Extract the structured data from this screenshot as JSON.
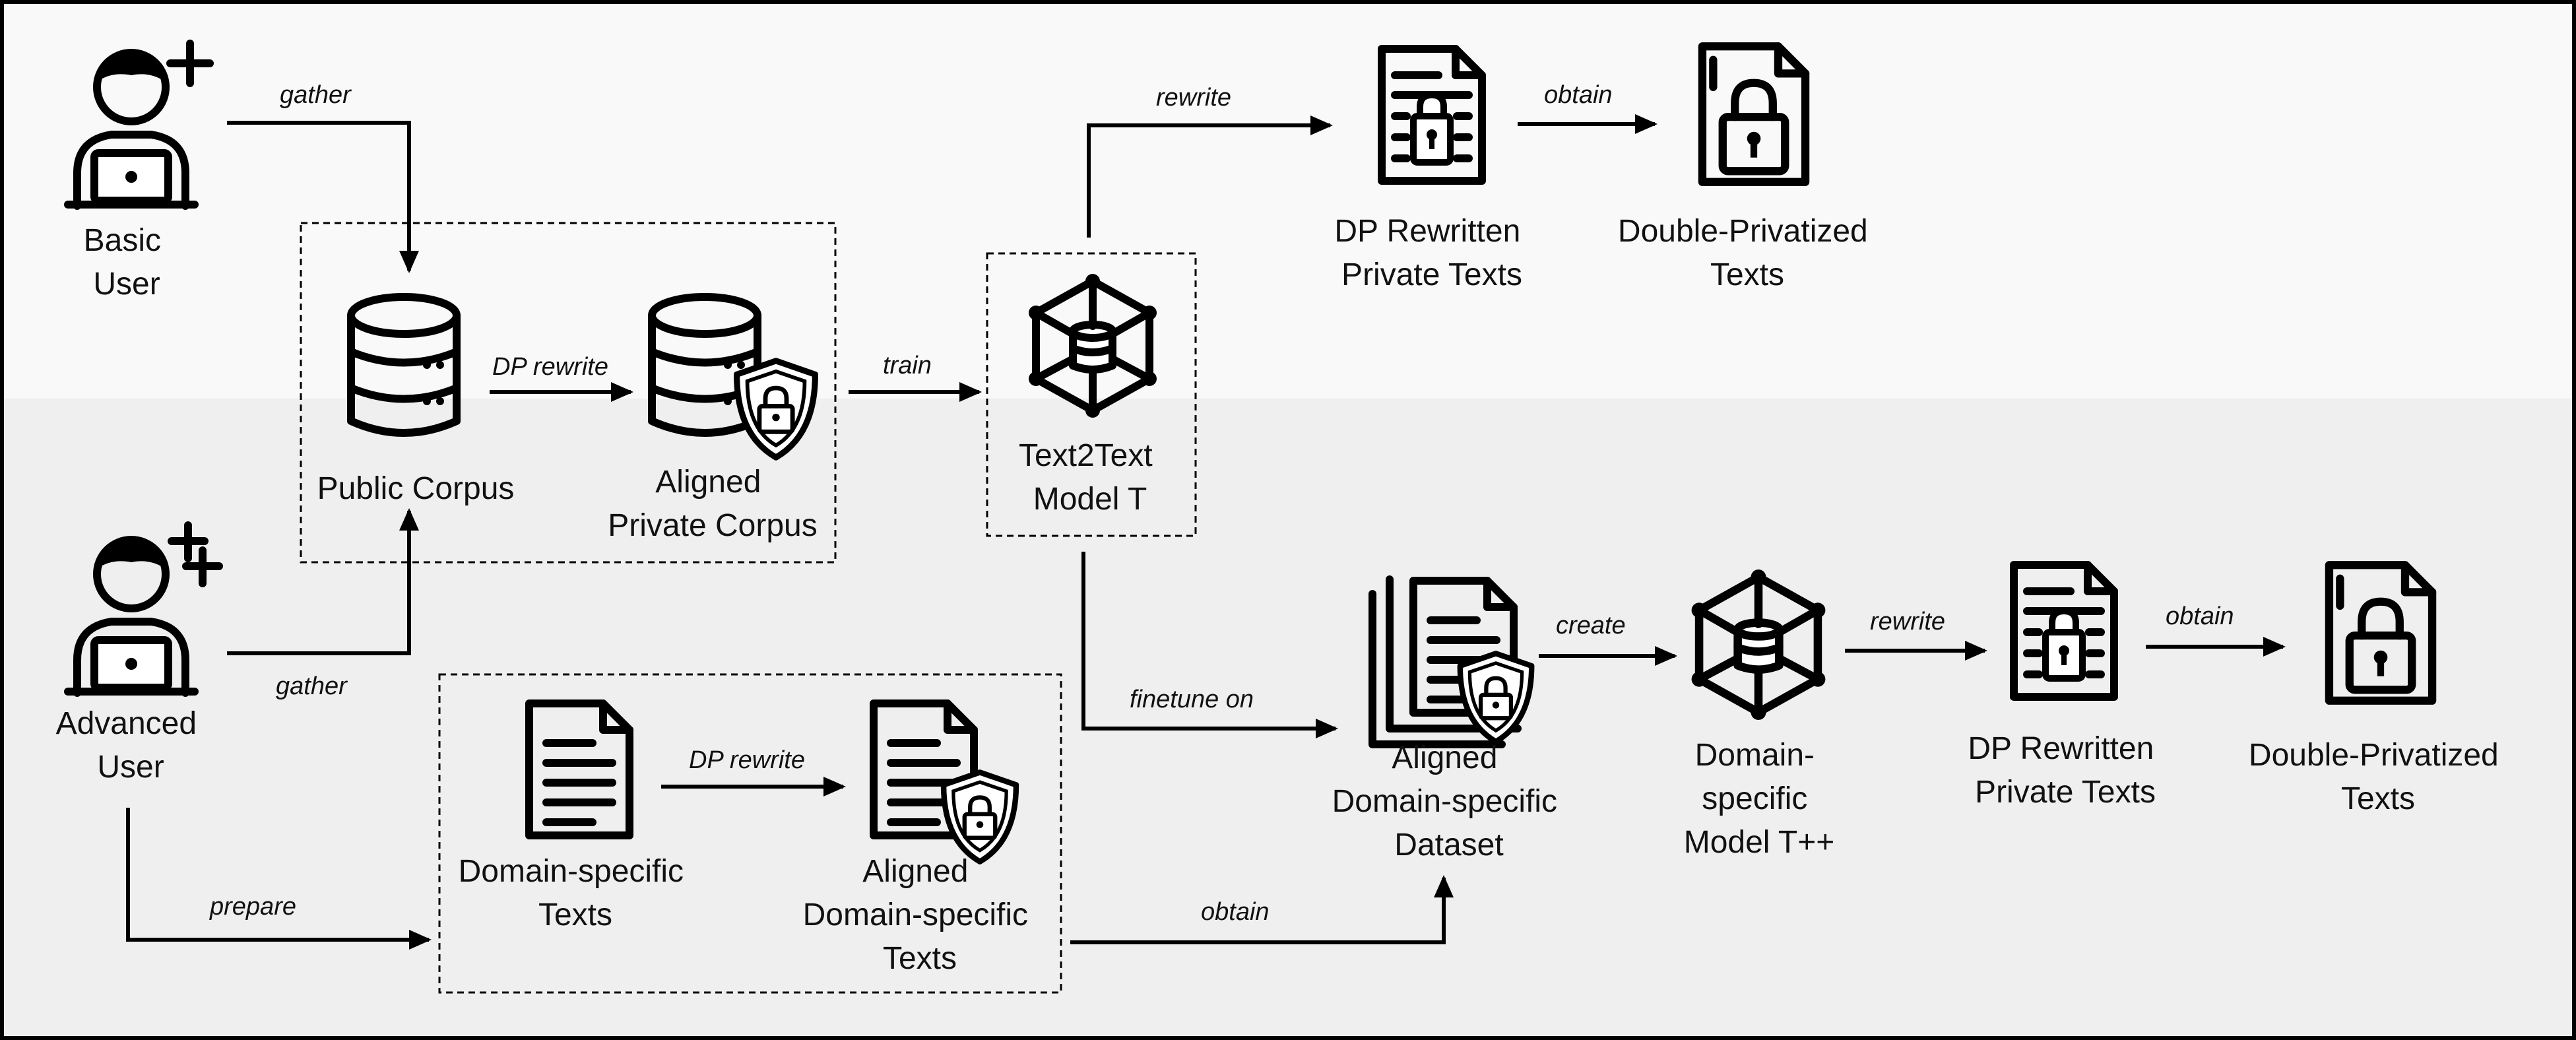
{
  "nodes": {
    "basic_user": [
      "Basic",
      "User"
    ],
    "advanced_user": [
      "Advanced",
      "User"
    ],
    "public_corpus": [
      "Public Corpus"
    ],
    "aligned_private_corpus": [
      "Aligned",
      "Private Corpus"
    ],
    "text2text_model": [
      "Text2Text",
      "Model T"
    ],
    "dp_rewritten_top": [
      "DP Rewritten",
      "Private Texts"
    ],
    "double_privatized_top": [
      "Double-Privatized",
      "Texts"
    ],
    "domain_specific_texts": [
      "Domain-specific",
      "Texts"
    ],
    "aligned_domain_texts": [
      "Aligned",
      "Domain-specific",
      "Texts"
    ],
    "aligned_domain_dataset": [
      "Aligned",
      "Domain-specific",
      "Dataset"
    ],
    "domain_model": [
      "Domain-",
      "specific",
      "Model T++"
    ],
    "dp_rewritten_bottom": [
      "DP Rewritten",
      "Private Texts"
    ],
    "double_privatized_bottom": [
      "Double-Privatized",
      "Texts"
    ]
  },
  "edges": {
    "gather_basic": "gather",
    "gather_advanced": "gather",
    "dp_rewrite_corpus": "DP rewrite",
    "train": "train",
    "rewrite_top": "rewrite",
    "obtain_top": "obtain",
    "prepare": "prepare",
    "dp_rewrite_domain": "DP rewrite",
    "obtain_domain": "obtain",
    "finetune_on": "finetune on",
    "create": "create",
    "rewrite_bottom": "rewrite",
    "obtain_bottom": "obtain"
  },
  "colors": {
    "top_band": "#f9f9f9",
    "bottom_band": "#efefef",
    "stroke": "#000000"
  }
}
